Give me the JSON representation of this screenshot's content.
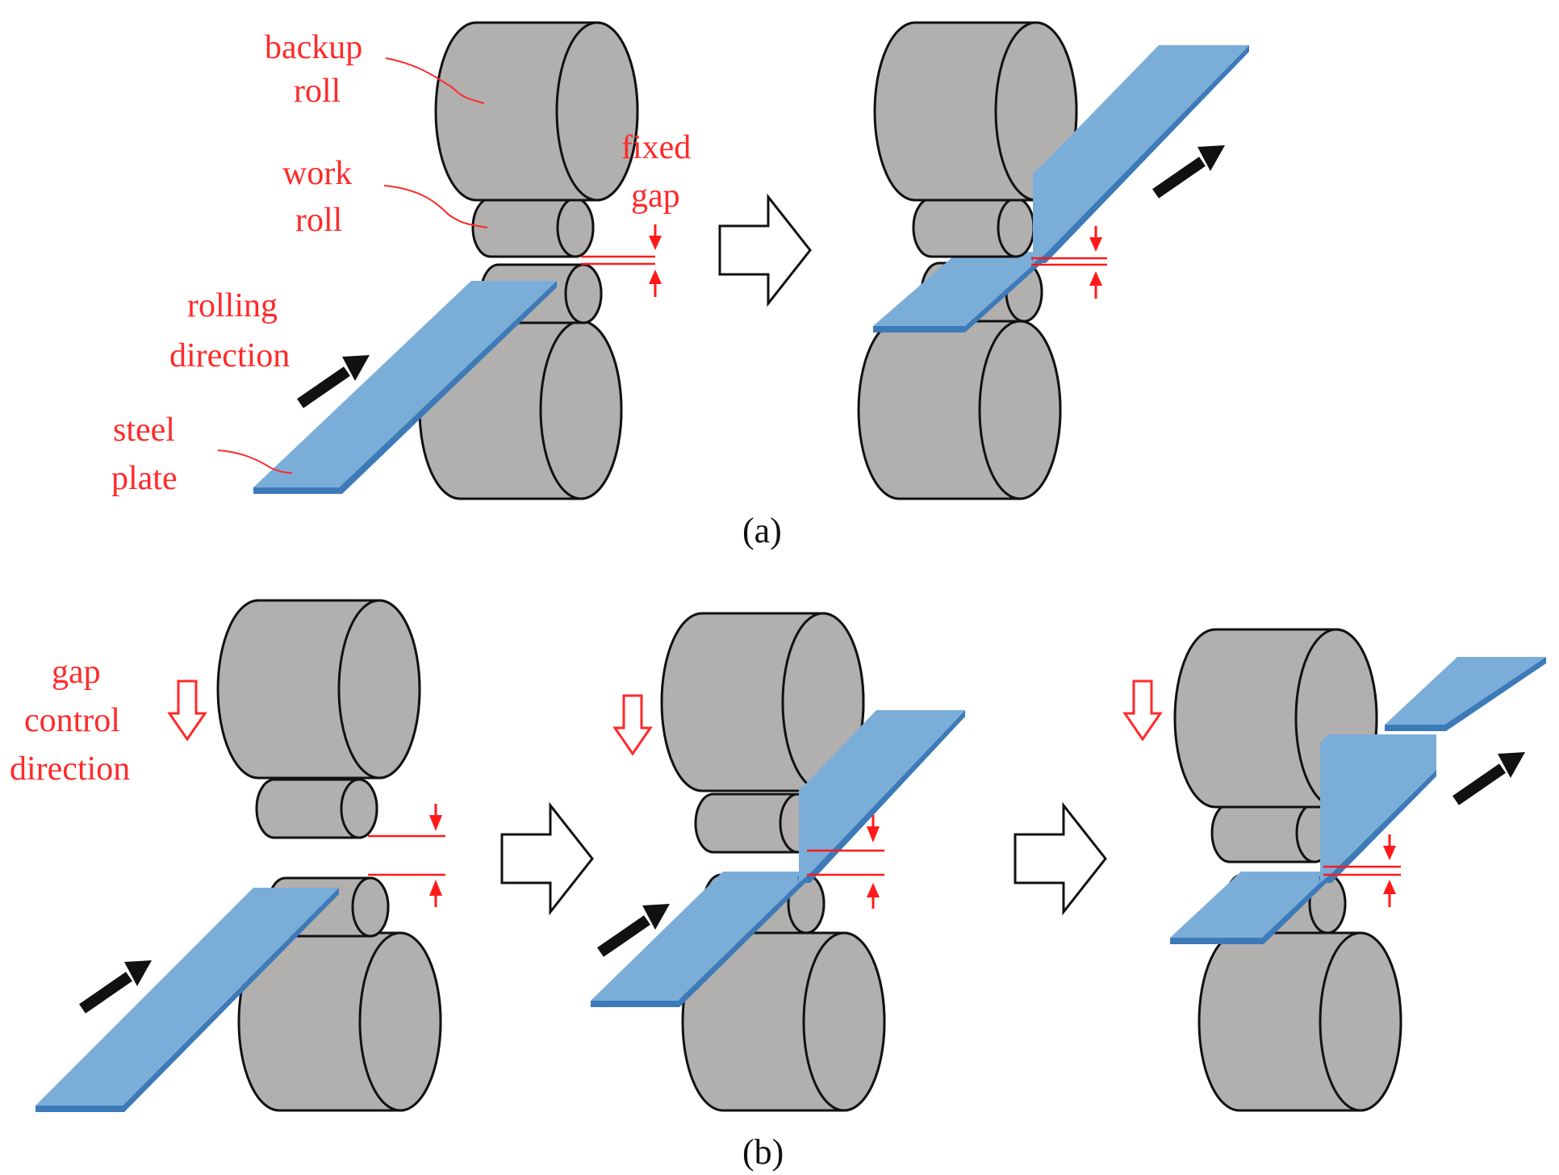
{
  "panel_a": {
    "caption": "(a)",
    "labels": {
      "backup_roll_line1": "backup",
      "backup_roll_line2": "roll",
      "work_roll_line1": "work",
      "work_roll_line2": "roll",
      "fixed_gap_line1": "fixed",
      "fixed_gap_line2": "gap",
      "rolling_direction_line1": "rolling",
      "rolling_direction_line2": "direction",
      "steel_plate_line1": "steel",
      "steel_plate_line2": "plate"
    }
  },
  "panel_b": {
    "caption": "(b)",
    "labels": {
      "gap_control_line1": "gap",
      "gap_control_line2": "control",
      "gap_control_line3": "direction"
    }
  },
  "colors": {
    "roll_fill": "#b2afaf",
    "plate_top": "#7badd9",
    "plate_side": "#3d7ab8",
    "annotation_red": "#ff2a2a",
    "motion_arrow": "#111111"
  },
  "icons": {
    "step_arrow": "hollow-right-arrow-icon",
    "motion_arrow": "black-diagonal-arrow-icon",
    "gap_marker": "red-gap-arrows-icon",
    "gap_control": "hollow-down-arrow-icon"
  }
}
